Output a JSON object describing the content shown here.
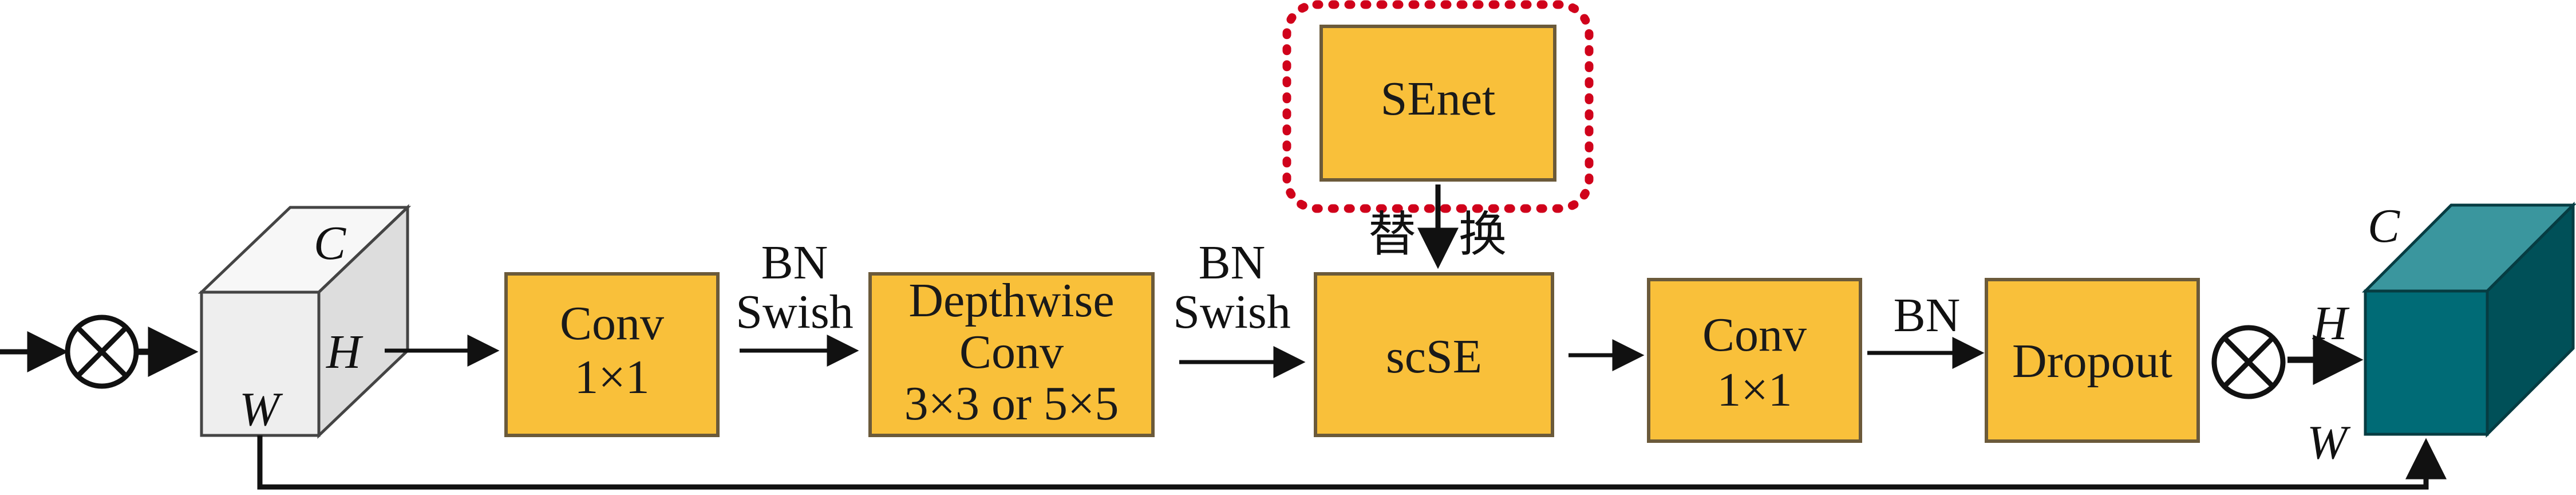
{
  "colors": {
    "box_fill": "#F9C03A",
    "box_stroke": "#6b5a3a",
    "input_cube_front": "#eeeeee",
    "input_cube_top": "#f7f7f7",
    "input_cube_side": "#dddddd",
    "output_cube_front": "#006B76",
    "output_cube_top": "#3a969e",
    "output_cube_side": "#005058",
    "highlight_dash": "#d0021b",
    "line": "#111111"
  },
  "input_cube": {
    "c_label": "C",
    "h_label": "H",
    "w_label": "W"
  },
  "output_cube": {
    "c_label": "C",
    "h_label": "H",
    "w_label": "W"
  },
  "boxes": {
    "conv1": {
      "line1": "Conv",
      "line2": "1×1"
    },
    "depthwise": {
      "line1": "Depthwise",
      "line2": "Conv",
      "line3": "3×3 or 5×5"
    },
    "scse": {
      "label": "scSE"
    },
    "senet": {
      "label": "SEnet"
    },
    "conv2": {
      "line1": "Conv",
      "line2": "1×1"
    },
    "dropout": {
      "label": "Dropout"
    }
  },
  "edge_labels": {
    "bn_swish_1": {
      "line1": "BN",
      "line2": "Swish"
    },
    "bn_swish_2": {
      "line1": "BN",
      "line2": "Swish"
    },
    "bn_3": "BN",
    "replace_left": "替",
    "replace_right": "换"
  },
  "icons": {
    "multiply_input": "circled-multiply-icon",
    "multiply_output": "circled-multiply-icon"
  }
}
